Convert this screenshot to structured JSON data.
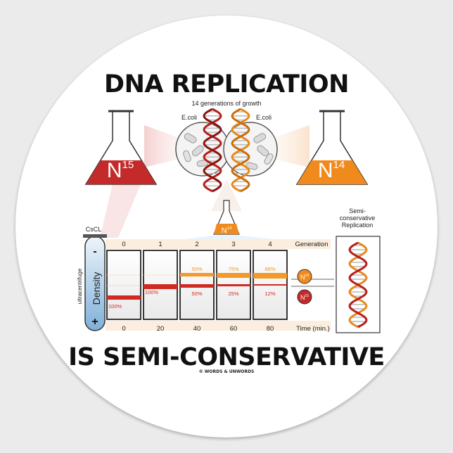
{
  "title_top": "DNA REPLICATION",
  "title_bottom": "IS SEMI-CONSERVATIVE",
  "copyright": "® WORDS & UNWORDS",
  "generations_caption": "14 generations of growth",
  "ecoli_left": "E.coli",
  "ecoli_right": "E.coli",
  "flask_left": {
    "base": "N",
    "sup": "15",
    "color": "#c42a2a"
  },
  "flask_right": {
    "base": "N",
    "sup": "14",
    "color": "#f08a1c"
  },
  "flask_small": {
    "base": "N",
    "sup": "14"
  },
  "tube_label": "CsCL",
  "tube_minus": "-",
  "tube_plus": "+",
  "ultracentrifuge": "ultracentrifuge",
  "density": "Density",
  "generation_header": "Generation",
  "generations": [
    "0",
    "1",
    "2",
    "3",
    "4"
  ],
  "time_label": "Time (min.)",
  "times": [
    "0",
    "20",
    "40",
    "60",
    "80"
  ],
  "n15_percent": [
    "100%",
    "100%",
    "50%",
    "25%",
    "12%"
  ],
  "n14_percent": [
    "",
    "",
    "50%",
    "75%",
    "88%"
  ],
  "legend_n14": {
    "base": "N",
    "sup": "14"
  },
  "legend_n15": {
    "base": "N",
    "sup": "15"
  },
  "semi_label": [
    "Semi-",
    "conservative",
    "Replication"
  ],
  "colors": {
    "n15": "#d12a22",
    "n14": "#f39a2a",
    "tube": "#7fb0d8"
  }
}
